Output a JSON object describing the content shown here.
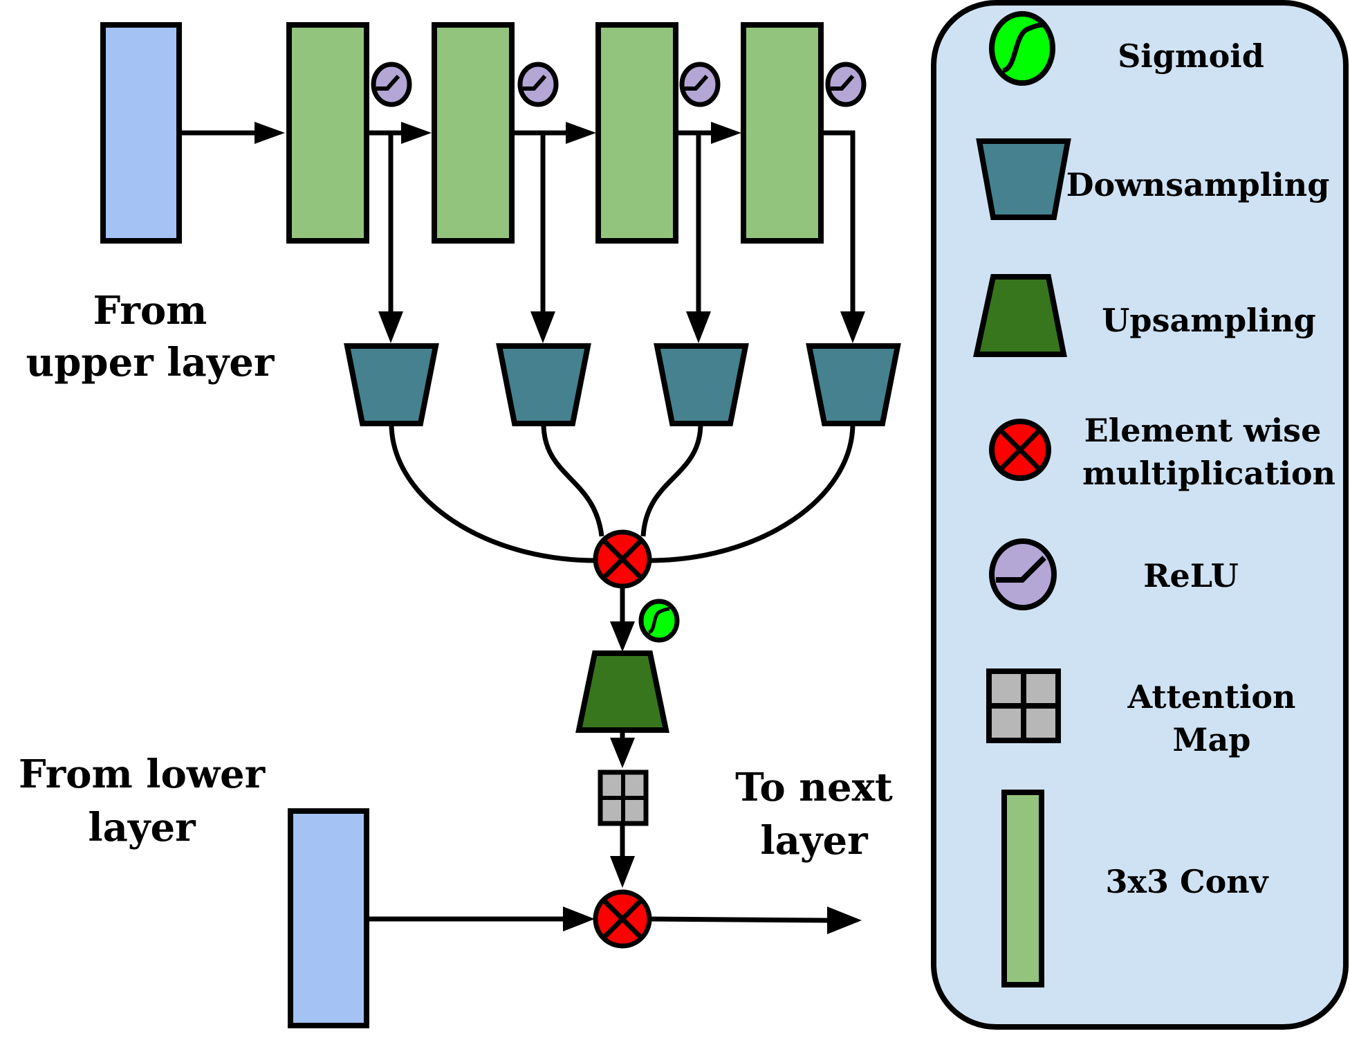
{
  "labels": {
    "from_upper": [
      "From",
      "upper layer"
    ],
    "from_lower": [
      "From lower",
      "layer"
    ],
    "to_next": [
      "To next",
      "layer"
    ]
  },
  "legend": {
    "sigmoid": "Sigmoid",
    "downsampling": "Downsampling",
    "upsampling": "Upsampling",
    "element_wise": [
      "Element wise",
      "multiplication"
    ],
    "relu": "ReLU",
    "attention_map": [
      "Attention",
      "Map"
    ],
    "conv": "3x3 Conv"
  },
  "colors": {
    "input_block": "#a4c2f4",
    "conv_block": "#93c47d",
    "downsample": "#45818e",
    "upsample": "#38761d",
    "multiply": "#ff0000",
    "relu": "#b4a7d6",
    "sigmoid": "#00ff00",
    "attention": "#b7b7b7",
    "legend_bg": "#cfe2f3"
  }
}
